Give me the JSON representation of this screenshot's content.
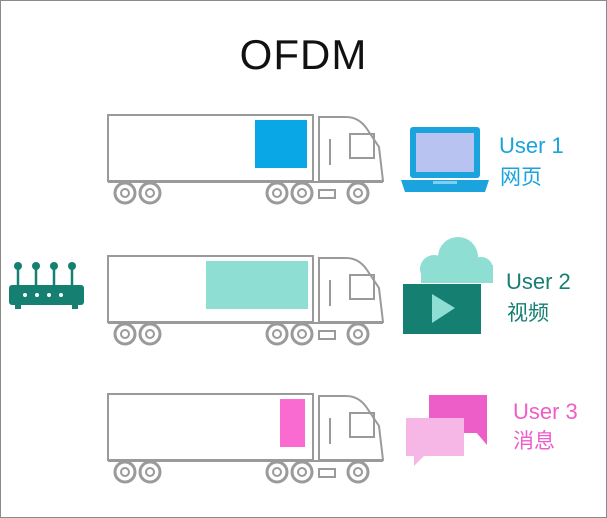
{
  "title": "OFDM",
  "users": [
    {
      "label": "User 1",
      "sub": "网页",
      "color": "#1aa3dc",
      "cargo_color": "#0aa7e6",
      "icon": "laptop-icon",
      "cargo_fill_fraction": 0.28
    },
    {
      "label": "User 2",
      "sub": "视频",
      "color": "#157f72",
      "cargo_color": "#8fded4",
      "icon": "video-cloud-icon",
      "cargo_fill_fraction": 0.56
    },
    {
      "label": "User 3",
      "sub": "消息",
      "color": "#ee5ec8",
      "cargo_color": "#fa6bd2",
      "icon": "chat-bubbles-icon",
      "cargo_fill_fraction": 0.15
    }
  ],
  "router": {
    "icon": "router-icon",
    "color": "#157f72"
  },
  "truck_outline_color": "#9a9a9a"
}
